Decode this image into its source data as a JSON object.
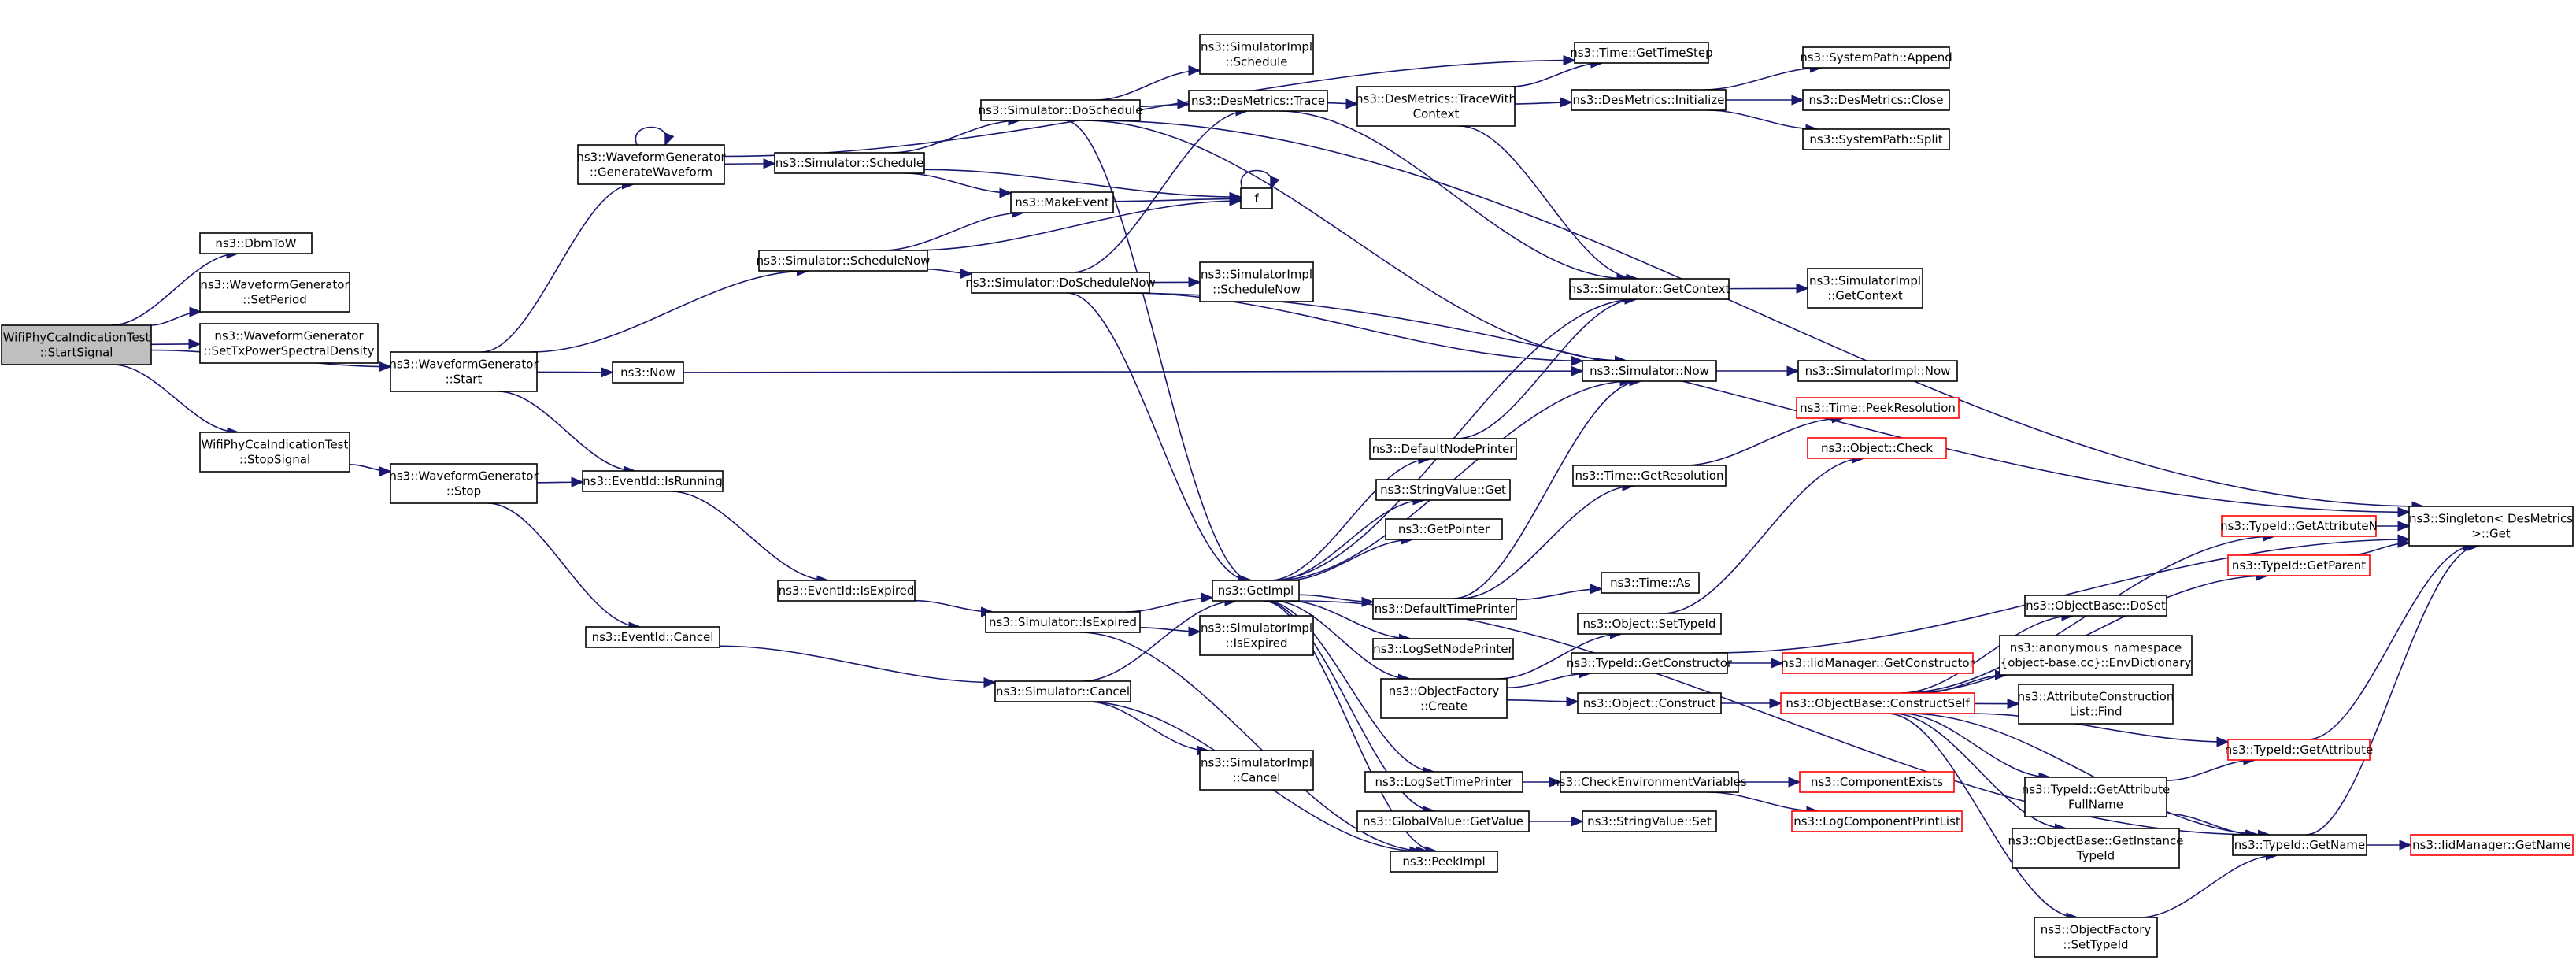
{
  "diagram": {
    "title": "",
    "edge_color": "#191970",
    "highlight_fill": "#bfbfbf",
    "incomplete_border_color": "#ff0000",
    "nodes": [
      {
        "id": "startSignal",
        "lines": [
          "WifiPhyCcaIndicationTest",
          "::StartSignal"
        ],
        "highlight": true
      },
      {
        "id": "dbmToW",
        "lines": [
          "ns3::DbmToW"
        ]
      },
      {
        "id": "setPeriod",
        "lines": [
          "ns3::WaveformGenerator",
          "::SetPeriod"
        ]
      },
      {
        "id": "setTxPsd",
        "lines": [
          "ns3::WaveformGenerator",
          "::SetTxPowerSpectralDensity"
        ]
      },
      {
        "id": "wgStart",
        "lines": [
          "ns3::WaveformGenerator",
          "::Start"
        ]
      },
      {
        "id": "stopSignal",
        "lines": [
          "WifiPhyCcaIndicationTest",
          "::StopSignal"
        ]
      },
      {
        "id": "wgStop",
        "lines": [
          "ns3::WaveformGenerator",
          "::Stop"
        ]
      },
      {
        "id": "genWave",
        "lines": [
          "ns3::WaveformGenerator",
          "::GenerateWaveform"
        ]
      },
      {
        "id": "simScheduleNow",
        "lines": [
          "ns3::Simulator::ScheduleNow"
        ]
      },
      {
        "id": "now",
        "lines": [
          "ns3::Now"
        ]
      },
      {
        "id": "isRunning",
        "lines": [
          "ns3::EventId::IsRunning"
        ]
      },
      {
        "id": "evCancel",
        "lines": [
          "ns3::EventId::Cancel"
        ]
      },
      {
        "id": "simSchedule",
        "lines": [
          "ns3::Simulator::Schedule"
        ]
      },
      {
        "id": "isExpired",
        "lines": [
          "ns3::EventId::IsExpired"
        ]
      },
      {
        "id": "makeEvent",
        "lines": [
          "ns3::MakeEvent"
        ]
      },
      {
        "id": "doSchedule",
        "lines": [
          "ns3::Simulator::DoSchedule"
        ]
      },
      {
        "id": "doScheduleNow",
        "lines": [
          "ns3::Simulator::DoScheduleNow"
        ]
      },
      {
        "id": "simIsExpired",
        "lines": [
          "ns3::Simulator::IsExpired"
        ]
      },
      {
        "id": "simCancel",
        "lines": [
          "ns3::Simulator::Cancel"
        ]
      },
      {
        "id": "impSchedule",
        "lines": [
          "ns3::SimulatorImpl",
          "::Schedule"
        ]
      },
      {
        "id": "impScheduleNow",
        "lines": [
          "ns3::SimulatorImpl",
          "::ScheduleNow"
        ]
      },
      {
        "id": "getImpl",
        "lines": [
          "ns3::GetImpl"
        ]
      },
      {
        "id": "impIsExpired",
        "lines": [
          "ns3::SimulatorImpl",
          "::IsExpired"
        ]
      },
      {
        "id": "impCancel",
        "lines": [
          "ns3::SimulatorImpl",
          "::Cancel"
        ]
      },
      {
        "id": "desTrace",
        "lines": [
          "ns3::DesMetrics::Trace"
        ]
      },
      {
        "id": "f",
        "lines": [
          "f"
        ]
      },
      {
        "id": "defNodePrinter",
        "lines": [
          "ns3::DefaultNodePrinter"
        ]
      },
      {
        "id": "strValGet",
        "lines": [
          "ns3::StringValue::Get"
        ]
      },
      {
        "id": "getPointer",
        "lines": [
          "ns3::GetPointer"
        ]
      },
      {
        "id": "defTimePrinter",
        "lines": [
          "ns3::DefaultTimePrinter"
        ]
      },
      {
        "id": "logNodePrinter",
        "lines": [
          "ns3::LogSetNodePrinter"
        ]
      },
      {
        "id": "objFactCreate",
        "lines": [
          "ns3::ObjectFactory",
          "::Create"
        ]
      },
      {
        "id": "logTimePrinter",
        "lines": [
          "ns3::LogSetTimePrinter"
        ]
      },
      {
        "id": "globalGetValue",
        "lines": [
          "ns3::GlobalValue::GetValue"
        ]
      },
      {
        "id": "peekImpl",
        "lines": [
          "ns3::PeekImpl"
        ]
      },
      {
        "id": "traceWithCtx",
        "lines": [
          "ns3::DesMetrics::TraceWith",
          "Context"
        ]
      },
      {
        "id": "timeGetTimeStep",
        "lines": [
          "ns3::Time::GetTimeStep"
        ]
      },
      {
        "id": "desInit",
        "lines": [
          "ns3::DesMetrics::Initialize"
        ]
      },
      {
        "id": "simGetContext",
        "lines": [
          "ns3::Simulator::GetContext"
        ]
      },
      {
        "id": "simNow",
        "lines": [
          "ns3::Simulator::Now"
        ]
      },
      {
        "id": "timeGetRes",
        "lines": [
          "ns3::Time::GetResolution"
        ]
      },
      {
        "id": "timeAs",
        "lines": [
          "ns3::Time::As"
        ]
      },
      {
        "id": "objSetTypeId",
        "lines": [
          "ns3::Object::SetTypeId"
        ]
      },
      {
        "id": "tidGetCtor",
        "lines": [
          "ns3::TypeId::GetConstructor"
        ]
      },
      {
        "id": "objConstruct",
        "lines": [
          "ns3::Object::Construct"
        ]
      },
      {
        "id": "checkEnv",
        "lines": [
          "ns3::CheckEnvironmentVariables"
        ]
      },
      {
        "id": "strValSet",
        "lines": [
          "ns3::StringValue::Set"
        ]
      },
      {
        "id": "sysAppend",
        "lines": [
          "ns3::SystemPath::Append"
        ]
      },
      {
        "id": "desClose",
        "lines": [
          "ns3::DesMetrics::Close"
        ]
      },
      {
        "id": "sysSplit",
        "lines": [
          "ns3::SystemPath::Split"
        ]
      },
      {
        "id": "impGetContext",
        "lines": [
          "ns3::SimulatorImpl",
          "::GetContext"
        ]
      },
      {
        "id": "impNow",
        "lines": [
          "ns3::SimulatorImpl::Now"
        ]
      },
      {
        "id": "peekRes",
        "lines": [
          "ns3::Time::PeekResolution"
        ],
        "incomplete": true
      },
      {
        "id": "objCheck",
        "lines": [
          "ns3::Object::Check"
        ],
        "incomplete": true
      },
      {
        "id": "iidGetCtor",
        "lines": [
          "ns3::IidManager::GetConstructor"
        ],
        "incomplete": true
      },
      {
        "id": "constructSelf",
        "lines": [
          "ns3::ObjectBase::ConstructSelf"
        ],
        "incomplete": true
      },
      {
        "id": "compExists",
        "lines": [
          "ns3::ComponentExists"
        ],
        "incomplete": true
      },
      {
        "id": "logCompPrint",
        "lines": [
          "ns3::LogComponentPrintList"
        ],
        "incomplete": true
      },
      {
        "id": "tidGetAttrN",
        "lines": [
          "ns3::TypeId::GetAttributeN"
        ],
        "incomplete": true
      },
      {
        "id": "tidGetParent",
        "lines": [
          "ns3::TypeId::GetParent"
        ],
        "incomplete": true
      },
      {
        "id": "objBaseDoSet",
        "lines": [
          "ns3::ObjectBase::DoSet"
        ]
      },
      {
        "id": "envDict",
        "lines": [
          "ns3::anonymous_namespace",
          "{object-base.cc}::EnvDictionary"
        ]
      },
      {
        "id": "attrConsFind",
        "lines": [
          "ns3::AttributeConstruction",
          "List::Find"
        ]
      },
      {
        "id": "tidGetAttr",
        "lines": [
          "ns3::TypeId::GetAttribute"
        ],
        "incomplete": true
      },
      {
        "id": "tidGetAttrFull",
        "lines": [
          "ns3::TypeId::GetAttribute",
          "FullName"
        ]
      },
      {
        "id": "getInstTid",
        "lines": [
          "ns3::ObjectBase::GetInstance",
          "TypeId"
        ]
      },
      {
        "id": "tidGetName",
        "lines": [
          "ns3::TypeId::GetName"
        ]
      },
      {
        "id": "ofSetTypeId",
        "lines": [
          "ns3::ObjectFactory",
          "::SetTypeId"
        ]
      },
      {
        "id": "singletonGet",
        "lines": [
          "ns3::Singleton< DesMetrics",
          " >::Get"
        ]
      },
      {
        "id": "iidGetName",
        "lines": [
          "ns3::IidManager::GetName"
        ],
        "incomplete": true
      }
    ],
    "edges": [
      [
        "startSignal",
        "dbmToW"
      ],
      [
        "startSignal",
        "setPeriod"
      ],
      [
        "startSignal",
        "setTxPsd"
      ],
      [
        "startSignal",
        "wgStart"
      ],
      [
        "startSignal",
        "stopSignal"
      ],
      [
        "stopSignal",
        "wgStop"
      ],
      [
        "wgStart",
        "genWave"
      ],
      [
        "wgStart",
        "simScheduleNow"
      ],
      [
        "wgStart",
        "now"
      ],
      [
        "wgStart",
        "isRunning"
      ],
      [
        "wgStop",
        "isRunning"
      ],
      [
        "wgStop",
        "evCancel"
      ],
      [
        "genWave",
        "genWave"
      ],
      [
        "genWave",
        "simSchedule"
      ],
      [
        "genWave",
        "timeGetTimeStep"
      ],
      [
        "simSchedule",
        "doSchedule"
      ],
      [
        "simSchedule",
        "makeEvent"
      ],
      [
        "simSchedule",
        "f"
      ],
      [
        "simScheduleNow",
        "doScheduleNow"
      ],
      [
        "simScheduleNow",
        "makeEvent"
      ],
      [
        "simScheduleNow",
        "f"
      ],
      [
        "makeEvent",
        "f"
      ],
      [
        "f",
        "f"
      ],
      [
        "now",
        "simNow"
      ],
      [
        "isRunning",
        "isExpired"
      ],
      [
        "isExpired",
        "simIsExpired"
      ],
      [
        "evCancel",
        "simCancel"
      ],
      [
        "doSchedule",
        "impSchedule"
      ],
      [
        "doSchedule",
        "desTrace"
      ],
      [
        "doSchedule",
        "getImpl"
      ],
      [
        "doSchedule",
        "simNow"
      ],
      [
        "doSchedule",
        "singletonGet"
      ],
      [
        "doScheduleNow",
        "impScheduleNow"
      ],
      [
        "doScheduleNow",
        "desTrace"
      ],
      [
        "doScheduleNow",
        "getImpl"
      ],
      [
        "doScheduleNow",
        "simNow"
      ],
      [
        "doScheduleNow",
        "singletonGet"
      ],
      [
        "simIsExpired",
        "getImpl"
      ],
      [
        "simIsExpired",
        "impIsExpired"
      ],
      [
        "simIsExpired",
        "peekImpl"
      ],
      [
        "simCancel",
        "getImpl"
      ],
      [
        "simCancel",
        "impCancel"
      ],
      [
        "simCancel",
        "peekImpl"
      ],
      [
        "desTrace",
        "traceWithCtx"
      ],
      [
        "desTrace",
        "simGetContext"
      ],
      [
        "traceWithCtx",
        "timeGetTimeStep"
      ],
      [
        "traceWithCtx",
        "desInit"
      ],
      [
        "traceWithCtx",
        "simGetContext"
      ],
      [
        "desInit",
        "sysAppend"
      ],
      [
        "desInit",
        "desClose"
      ],
      [
        "desInit",
        "sysSplit"
      ],
      [
        "simGetContext",
        "impGetContext"
      ],
      [
        "simNow",
        "impNow"
      ],
      [
        "getImpl",
        "simGetContext"
      ],
      [
        "getImpl",
        "simNow"
      ],
      [
        "getImpl",
        "defNodePrinter"
      ],
      [
        "getImpl",
        "strValGet"
      ],
      [
        "getImpl",
        "getPointer"
      ],
      [
        "getImpl",
        "defTimePrinter"
      ],
      [
        "getImpl",
        "logNodePrinter"
      ],
      [
        "getImpl",
        "objFactCreate"
      ],
      [
        "getImpl",
        "logTimePrinter"
      ],
      [
        "getImpl",
        "globalGetValue"
      ],
      [
        "getImpl",
        "peekImpl"
      ],
      [
        "getImpl",
        "tidGetName"
      ],
      [
        "defNodePrinter",
        "simGetContext"
      ],
      [
        "defTimePrinter",
        "simNow"
      ],
      [
        "defTimePrinter",
        "timeGetRes"
      ],
      [
        "defTimePrinter",
        "timeAs"
      ],
      [
        "timeGetRes",
        "peekRes"
      ],
      [
        "objFactCreate",
        "objSetTypeId"
      ],
      [
        "objFactCreate",
        "tidGetCtor"
      ],
      [
        "objFactCreate",
        "objConstruct"
      ],
      [
        "objSetTypeId",
        "objCheck"
      ],
      [
        "tidGetCtor",
        "iidGetCtor"
      ],
      [
        "tidGetCtor",
        "singletonGet"
      ],
      [
        "objConstruct",
        "constructSelf"
      ],
      [
        "logTimePrinter",
        "checkEnv"
      ],
      [
        "checkEnv",
        "compExists"
      ],
      [
        "checkEnv",
        "logCompPrint"
      ],
      [
        "globalGetValue",
        "strValSet"
      ],
      [
        "constructSelf",
        "tidGetAttrN"
      ],
      [
        "constructSelf",
        "tidGetParent"
      ],
      [
        "constructSelf",
        "objBaseDoSet"
      ],
      [
        "constructSelf",
        "envDict"
      ],
      [
        "constructSelf",
        "attrConsFind"
      ],
      [
        "constructSelf",
        "tidGetAttr"
      ],
      [
        "constructSelf",
        "tidGetAttrFull"
      ],
      [
        "constructSelf",
        "getInstTid"
      ],
      [
        "constructSelf",
        "tidGetName"
      ],
      [
        "constructSelf",
        "ofSetTypeId"
      ],
      [
        "tidGetAttrN",
        "singletonGet"
      ],
      [
        "tidGetParent",
        "singletonGet"
      ],
      [
        "tidGetAttr",
        "singletonGet"
      ],
      [
        "tidGetAttrFull",
        "tidGetAttr"
      ],
      [
        "tidGetAttrFull",
        "tidGetName"
      ],
      [
        "tidGetName",
        "singletonGet"
      ],
      [
        "tidGetName",
        "iidGetName"
      ],
      [
        "ofSetTypeId",
        "tidGetName"
      ]
    ]
  }
}
